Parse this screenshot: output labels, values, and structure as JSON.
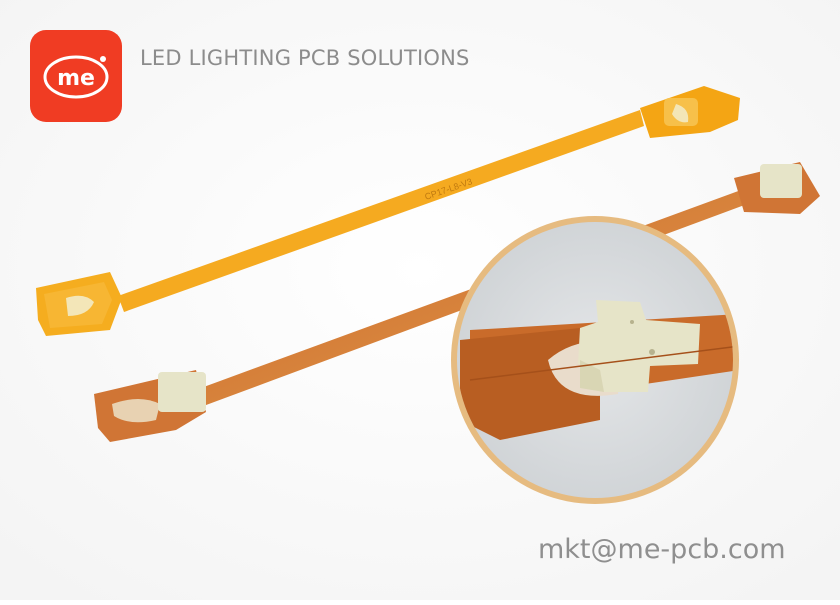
{
  "banner": {
    "logo_text": "me",
    "headline": "LED LIGHTING PCB SOLUTIONS",
    "email": "mkt@me-pcb.com"
  },
  "photo": {
    "subject": "flexible-led-pcb-strips",
    "colors": {
      "brand_red": "#f03c23",
      "polyimide_yellow": "#f2a516",
      "polyimide_amber": "#d8813a",
      "stiffener": "#e6e4c8",
      "magnifier_ring": "#e3b57a"
    }
  }
}
